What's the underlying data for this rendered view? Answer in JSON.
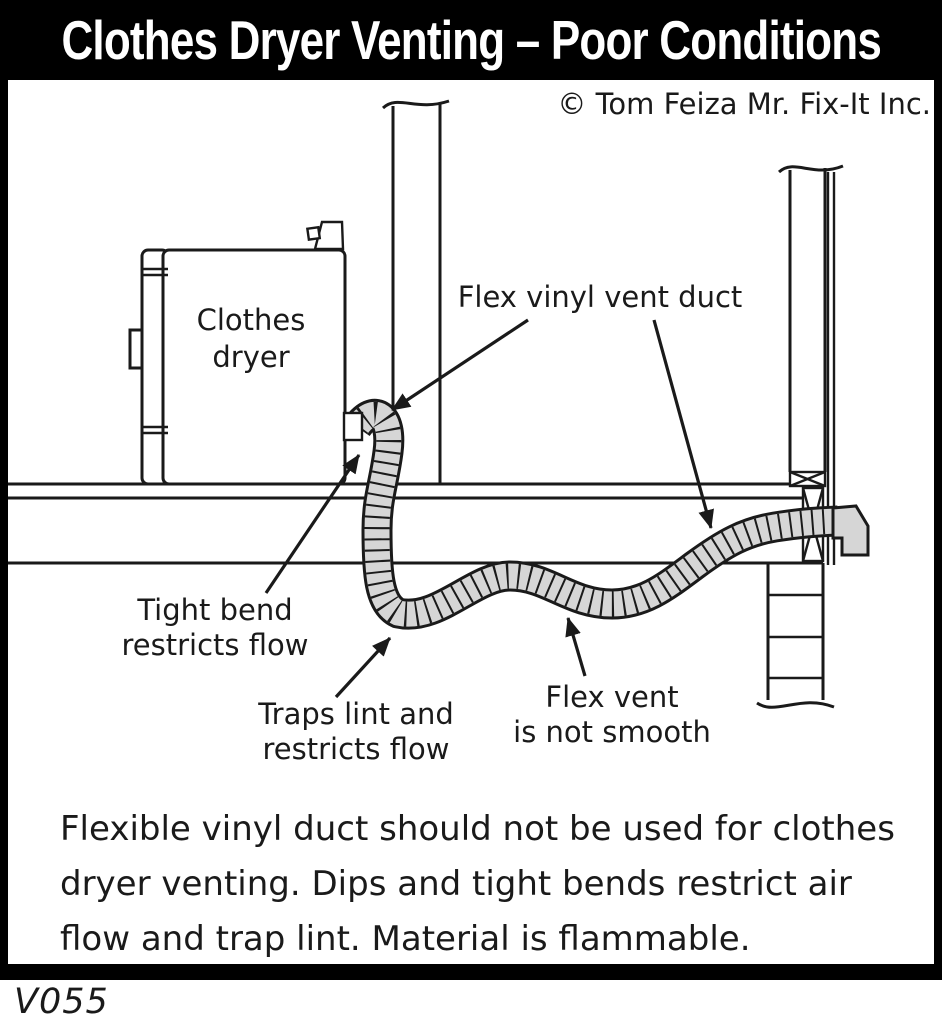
{
  "title": "Clothes Dryer Venting – Poor Conditions",
  "copyright": "© Tom Feiza Mr. Fix-It Inc.",
  "figure_code": "V055",
  "colors": {
    "frame": "#000000",
    "title_bg": "#000000",
    "title_fg": "#ffffff",
    "line": "#1a1a1a",
    "duct_fill": "#d6d6d6",
    "background": "#ffffff"
  },
  "diagram": {
    "dryer": {
      "line1": "Clothes",
      "line2": "dryer"
    },
    "labels": {
      "flex_vinyl_duct": "Flex vinyl vent duct",
      "tight_bend": [
        "Tight bend",
        "restricts flow"
      ],
      "traps_lint": [
        "Traps lint and",
        "restricts flow"
      ],
      "flex_vent": [
        "Flex vent",
        "is not smooth"
      ]
    }
  },
  "caption": {
    "lines": [
      "Flexible vinyl duct should not be used for clothes",
      "dryer venting. Dips and tight bends restrict air",
      "flow and trap lint. Material is flammable."
    ]
  }
}
